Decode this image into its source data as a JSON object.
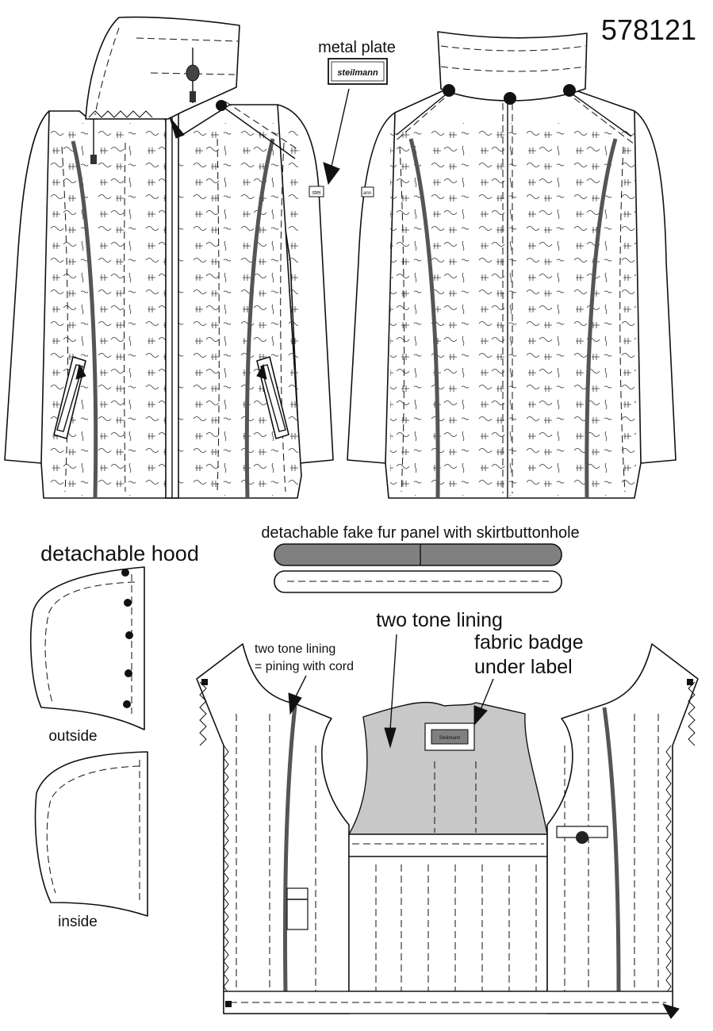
{
  "sheet": {
    "article_number": "578121"
  },
  "labels": {
    "metal_plate": "metal plate",
    "plate_brand": "steilmann",
    "sleeve_tag_front": "stei",
    "sleeve_tag_back": "ann",
    "fur_panel": "detachable fake fur panel with skirtbuttonhole",
    "hood_title": "detachable hood",
    "hood_outside": "outside",
    "hood_inside": "inside",
    "lining_title": "two tone lining",
    "lining_piping_line1": "two tone lining",
    "lining_piping_line2": "= pining with cord",
    "badge_line1": "fabric badge",
    "badge_line2": "under label",
    "badge_brand": "Steilmann"
  },
  "colors": {
    "line": "#111111",
    "lining_fill": "#c8c8c8",
    "piping": "#555555",
    "fur_fill": "#808080"
  }
}
